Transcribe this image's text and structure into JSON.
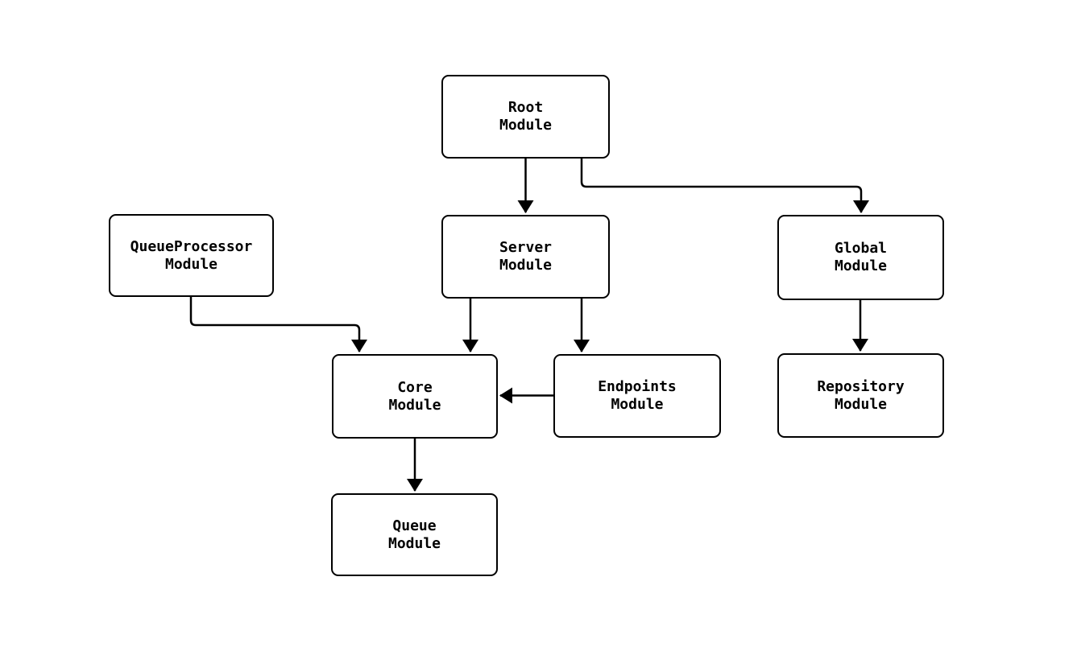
{
  "diagram": {
    "type": "flowchart",
    "direction": "top-down",
    "style": {
      "background": "#ffffff",
      "node_fill": "#ffffff",
      "node_border": "#000000",
      "edge_color": "#000000",
      "text_color": "#000000"
    },
    "nodes": [
      {
        "id": "root",
        "label": "Root\nModule"
      },
      {
        "id": "server",
        "label": "Server\nModule"
      },
      {
        "id": "queueProcessor",
        "label": "QueueProcessor\nModule"
      },
      {
        "id": "global",
        "label": "Global\nModule"
      },
      {
        "id": "core",
        "label": "Core\nModule"
      },
      {
        "id": "endpoints",
        "label": "Endpoints\nModule"
      },
      {
        "id": "repository",
        "label": "Repository\nModule"
      },
      {
        "id": "queue",
        "label": "Queue\nModule"
      }
    ],
    "edges": [
      {
        "from": "root",
        "to": "server"
      },
      {
        "from": "root",
        "to": "global"
      },
      {
        "from": "queueProcessor",
        "to": "core"
      },
      {
        "from": "server",
        "to": "core"
      },
      {
        "from": "server",
        "to": "endpoints"
      },
      {
        "from": "endpoints",
        "to": "core"
      },
      {
        "from": "global",
        "to": "repository"
      },
      {
        "from": "core",
        "to": "queue"
      }
    ]
  }
}
